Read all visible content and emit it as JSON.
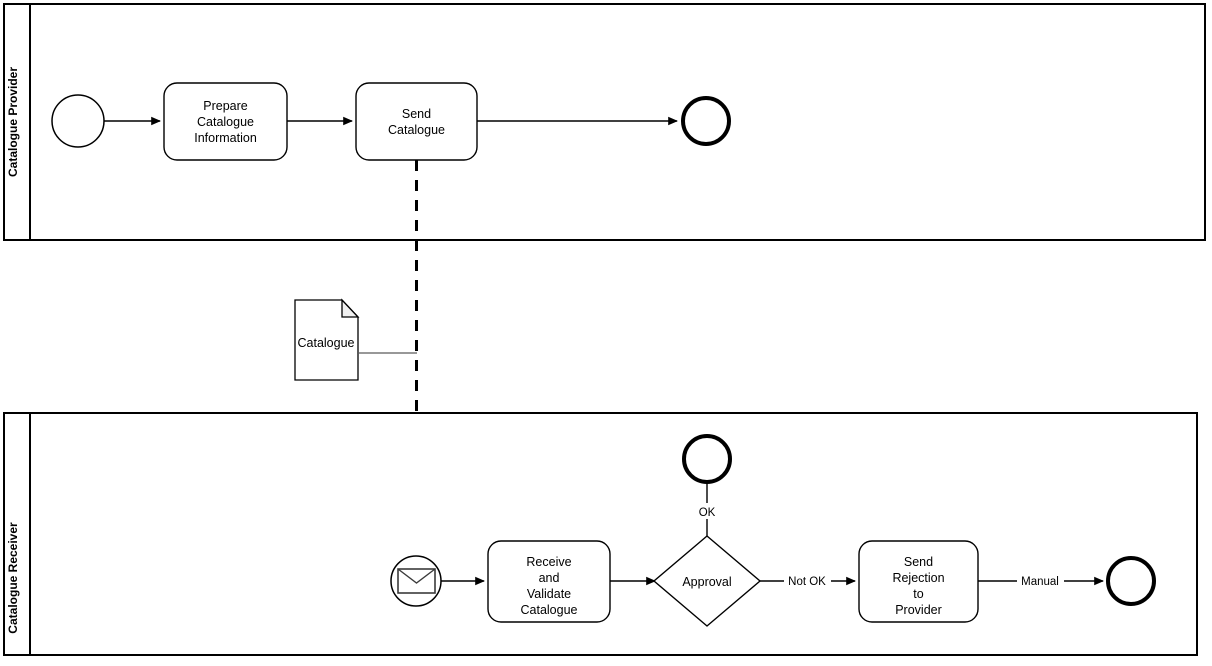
{
  "diagram": {
    "type": "bpmn-collaboration",
    "background_color": "#ffffff",
    "stroke_color": "#000000"
  },
  "pools": [
    {
      "id": "provider",
      "label": "Catalogue Provider"
    },
    {
      "id": "receiver",
      "label": "Catalogue Receiver"
    }
  ],
  "provider_lane": {
    "start_event": {
      "name": "start-event",
      "label": ""
    },
    "tasks": [
      {
        "id": "prepare",
        "lines": [
          "Prepare",
          "Catalogue",
          "Information"
        ]
      },
      {
        "id": "send",
        "lines": [
          "Send",
          "Catalogue"
        ]
      }
    ],
    "end_event": {
      "name": "end-event",
      "label": ""
    }
  },
  "receiver_lane": {
    "message_start_event": {
      "name": "message-start-event",
      "icon": "envelope-icon",
      "label": ""
    },
    "tasks": [
      {
        "id": "receive",
        "lines": [
          "Receive",
          "and",
          "Validate",
          "Catalogue"
        ]
      },
      {
        "id": "reject",
        "lines": [
          "Send",
          "Rejection",
          "to",
          "Provider"
        ]
      }
    ],
    "gateway": {
      "id": "approval",
      "label": "Approval",
      "type": "exclusive"
    },
    "end_events": [
      {
        "id": "end-ok",
        "label": ""
      },
      {
        "id": "end-manual",
        "label": ""
      }
    ]
  },
  "data_objects": [
    {
      "id": "catalogue-doc",
      "label": "Catalogue",
      "icon": "document-icon"
    }
  ],
  "flow_labels": {
    "ok": "OK",
    "not_ok": "Not OK",
    "manual": "Manual"
  }
}
